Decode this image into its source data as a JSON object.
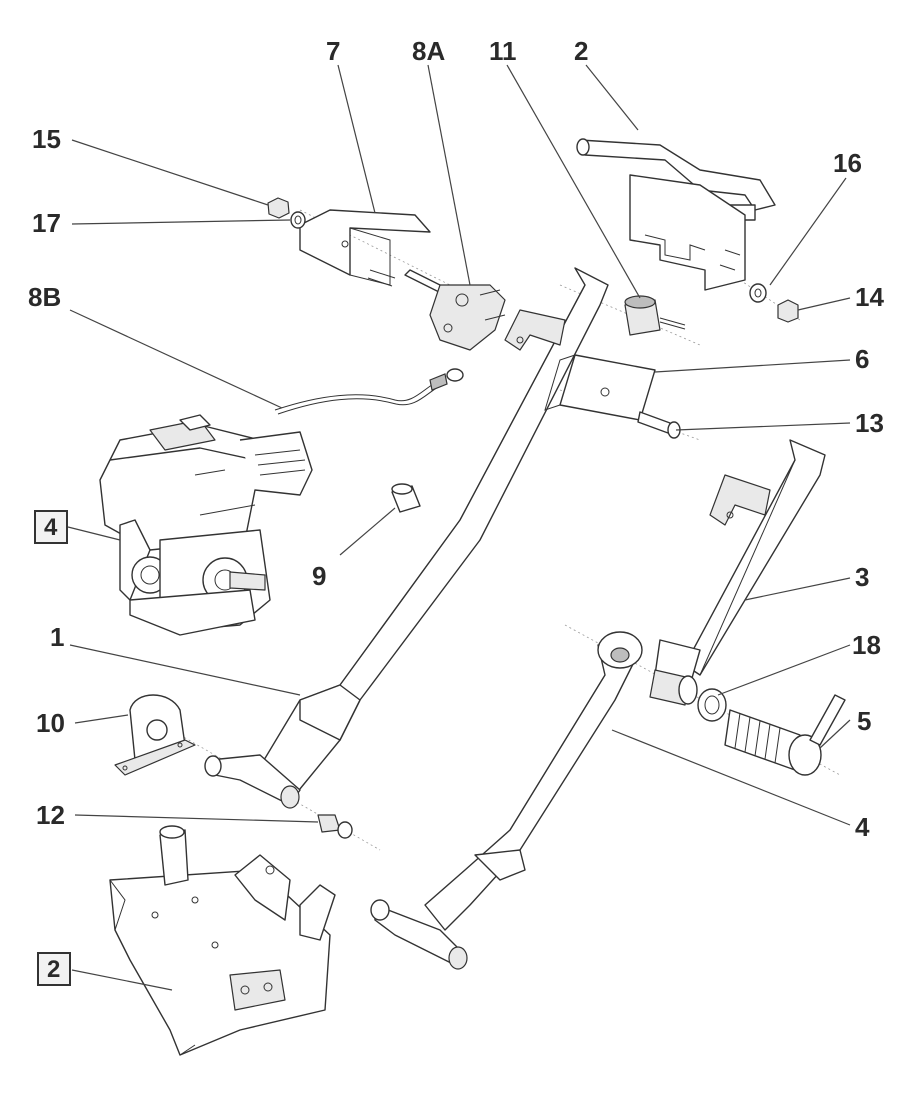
{
  "callouts": {
    "c7": "7",
    "c8a": "8A",
    "c11": "11",
    "c2": "2",
    "c15": "15",
    "c16": "16",
    "c17": "17",
    "c14": "14",
    "c8b": "8B",
    "c6": "6",
    "c13": "13",
    "c9": "9",
    "c3": "3",
    "c1": "1",
    "c18": "18",
    "c10": "10",
    "c5": "5",
    "c12": "12",
    "c4": "4"
  },
  "boxed_refs": {
    "engine": "4",
    "frame": "2"
  }
}
